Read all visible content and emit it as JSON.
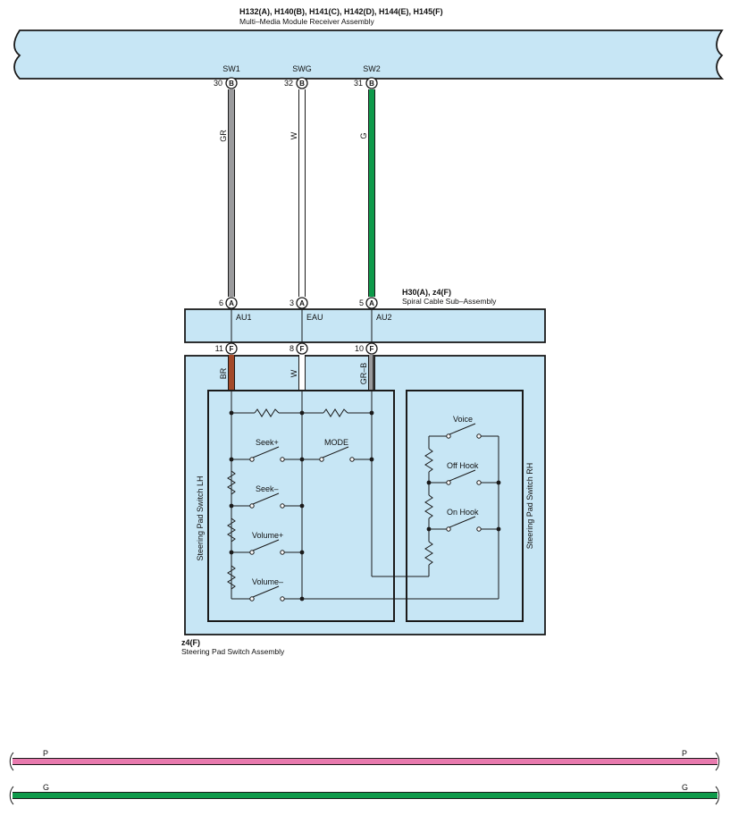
{
  "receiver": {
    "codes": "H132(A), H140(B), H141(C), H142(D), H144(E), H145(F)",
    "name": "Multi–Media Module Receiver Assembly",
    "terminals": [
      {
        "name": "SW1",
        "pin": "30",
        "conn": "B"
      },
      {
        "name": "SWG",
        "pin": "32",
        "conn": "B"
      },
      {
        "name": "SW2",
        "pin": "31",
        "conn": "B"
      }
    ]
  },
  "wires_upper": [
    {
      "label": "GR",
      "color": "#9a9a9c"
    },
    {
      "label": "W",
      "color": "#ffffff"
    },
    {
      "label": "G",
      "color": "#0e9a4a"
    }
  ],
  "spiral": {
    "codes": "H30(A), z4(F)",
    "name": "Spiral Cable Sub–Assembly",
    "top_pins": [
      {
        "pin": "6",
        "conn": "A"
      },
      {
        "pin": "3",
        "conn": "A"
      },
      {
        "pin": "5",
        "conn": "A"
      }
    ],
    "terminals": [
      "AU1",
      "EAU",
      "AU2"
    ],
    "bottom_pins": [
      {
        "pin": "11",
        "conn": "F"
      },
      {
        "pin": "8",
        "conn": "F"
      },
      {
        "pin": "10",
        "conn": "F"
      }
    ]
  },
  "wires_lower": [
    {
      "label": "BR",
      "color": "#a34a2a"
    },
    {
      "label": "W",
      "color": "#ffffff"
    },
    {
      "label": "GR–B",
      "color": "#9a9a9c"
    }
  ],
  "switch_assembly": {
    "code": "z4(F)",
    "name": "Steering Pad Switch Assembly",
    "lh_label": "Steering Pad Switch LH",
    "rh_label": "Steering Pad Switch RH",
    "lh_switches": [
      "Seek+",
      "MODE",
      "Seek–",
      "Volume+",
      "Volume–"
    ],
    "rh_switches": [
      "Voice",
      "Off Hook",
      "On Hook"
    ]
  },
  "bus_lines": [
    {
      "label": "P",
      "color": "#e87aae"
    },
    {
      "label": "G",
      "color": "#0e9a4a"
    }
  ]
}
